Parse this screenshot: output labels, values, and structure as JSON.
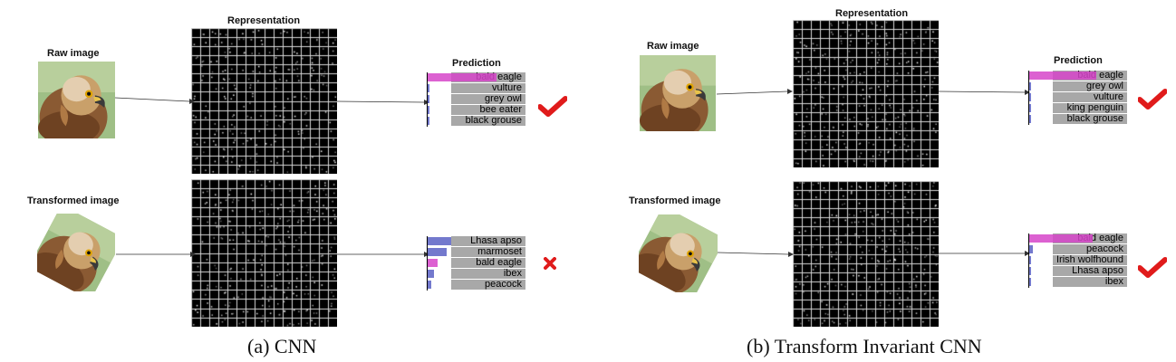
{
  "panels": {
    "a": {
      "caption": "(a) CNN",
      "raw_label": "Raw image",
      "transformed_label": "Transformed image",
      "representation_label": "Representation",
      "prediction_label": "Prediction",
      "raw_predictions": [
        {
          "label": "bald eagle",
          "score": 0.93,
          "color": "#d645c9"
        },
        {
          "label": "vulture",
          "score": 0.03,
          "color": "#5b62c4"
        },
        {
          "label": "grey owl",
          "score": 0.02,
          "color": "#5b62c4"
        },
        {
          "label": "bee eater",
          "score": 0.01,
          "color": "#5b62c4"
        },
        {
          "label": "black grouse",
          "score": 0.01,
          "color": "#5b62c4"
        }
      ],
      "raw_result": "correct",
      "transformed_predictions": [
        {
          "label": "Lhasa apso",
          "score": 0.32,
          "color": "#5b62c4"
        },
        {
          "label": "marmoset",
          "score": 0.25,
          "color": "#5b62c4"
        },
        {
          "label": "bald eagle",
          "score": 0.13,
          "color": "#d645c9"
        },
        {
          "label": "ibex",
          "score": 0.09,
          "color": "#5b62c4"
        },
        {
          "label": "peacock",
          "score": 0.05,
          "color": "#5b62c4"
        }
      ],
      "transformed_result": "incorrect"
    },
    "b": {
      "caption": "(b) Transform Invariant CNN",
      "raw_label": "Raw image",
      "transformed_label": "Transformed image",
      "representation_label": "Representation",
      "prediction_label": "Prediction",
      "raw_predictions": [
        {
          "label": "bald eagle",
          "score": 0.9,
          "color": "#d645c9"
        },
        {
          "label": "grey owl",
          "score": 0.02,
          "color": "#5b62c4"
        },
        {
          "label": "vulture",
          "score": 0.01,
          "color": "#5b62c4"
        },
        {
          "label": "king penguin",
          "score": 0.01,
          "color": "#5b62c4"
        },
        {
          "label": "black grouse",
          "score": 0.01,
          "color": "#5b62c4"
        }
      ],
      "raw_result": "correct",
      "transformed_predictions": [
        {
          "label": "bald eagle",
          "score": 0.85,
          "color": "#d645c9"
        },
        {
          "label": "peacock",
          "score": 0.05,
          "color": "#5b62c4"
        },
        {
          "label": "Irish wolfhound",
          "score": 0.02,
          "color": "#5b62c4"
        },
        {
          "label": "Lhasa apso",
          "score": 0.01,
          "color": "#5b62c4"
        },
        {
          "label": "ibex",
          "score": 0.01,
          "color": "#5b62c4"
        }
      ],
      "transformed_result": "correct"
    }
  },
  "colors": {
    "correct_mark": "#e01b1b",
    "incorrect_mark": "#e01b1b",
    "target_bar": "#d645c9",
    "other_bar": "#5b62c4",
    "label_bg": "#a8a8a8"
  },
  "icons": {
    "correct": "checkmark-icon",
    "incorrect": "cross-icon"
  }
}
